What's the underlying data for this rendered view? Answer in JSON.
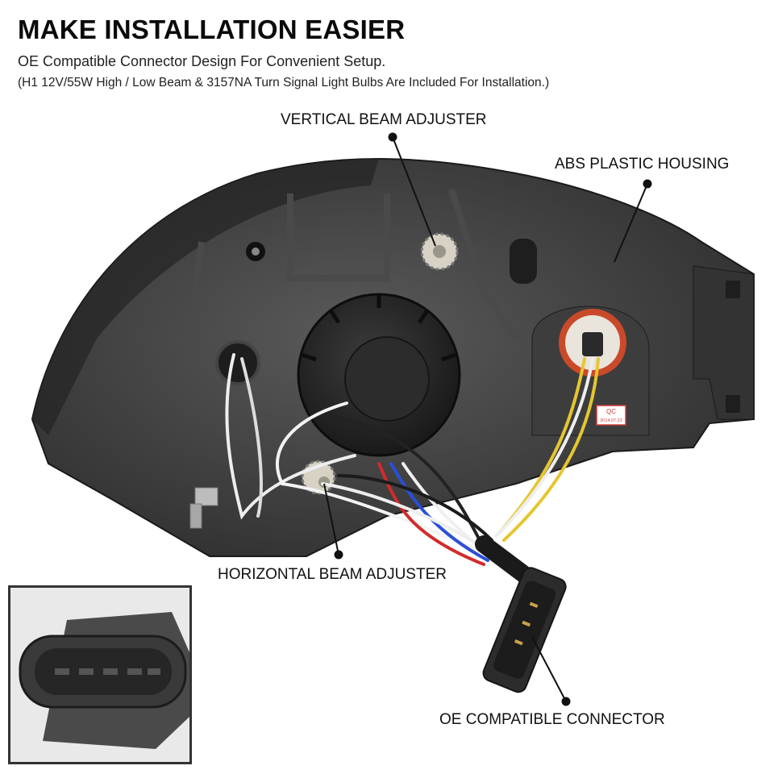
{
  "header": {
    "title": "MAKE INSTALLATION EASIER",
    "subtitle": "OE Compatible Connector Design For Convenient Setup.",
    "note": "(H1 12V/55W High / Low Beam & 3157NA Turn Signal Light Bulbs Are Included For Installation.)"
  },
  "callouts": {
    "vertical_adjuster": "VERTICAL BEAM ADJUSTER",
    "abs_housing": "ABS PLASTIC HOUSING",
    "horizontal_adjuster": "HORIZONTAL BEAM ADJUSTER",
    "connector": "OE COMPATIBLE CONNECTOR"
  },
  "qc_sticker": {
    "label": "QC",
    "date": "2014.07.22"
  }
}
